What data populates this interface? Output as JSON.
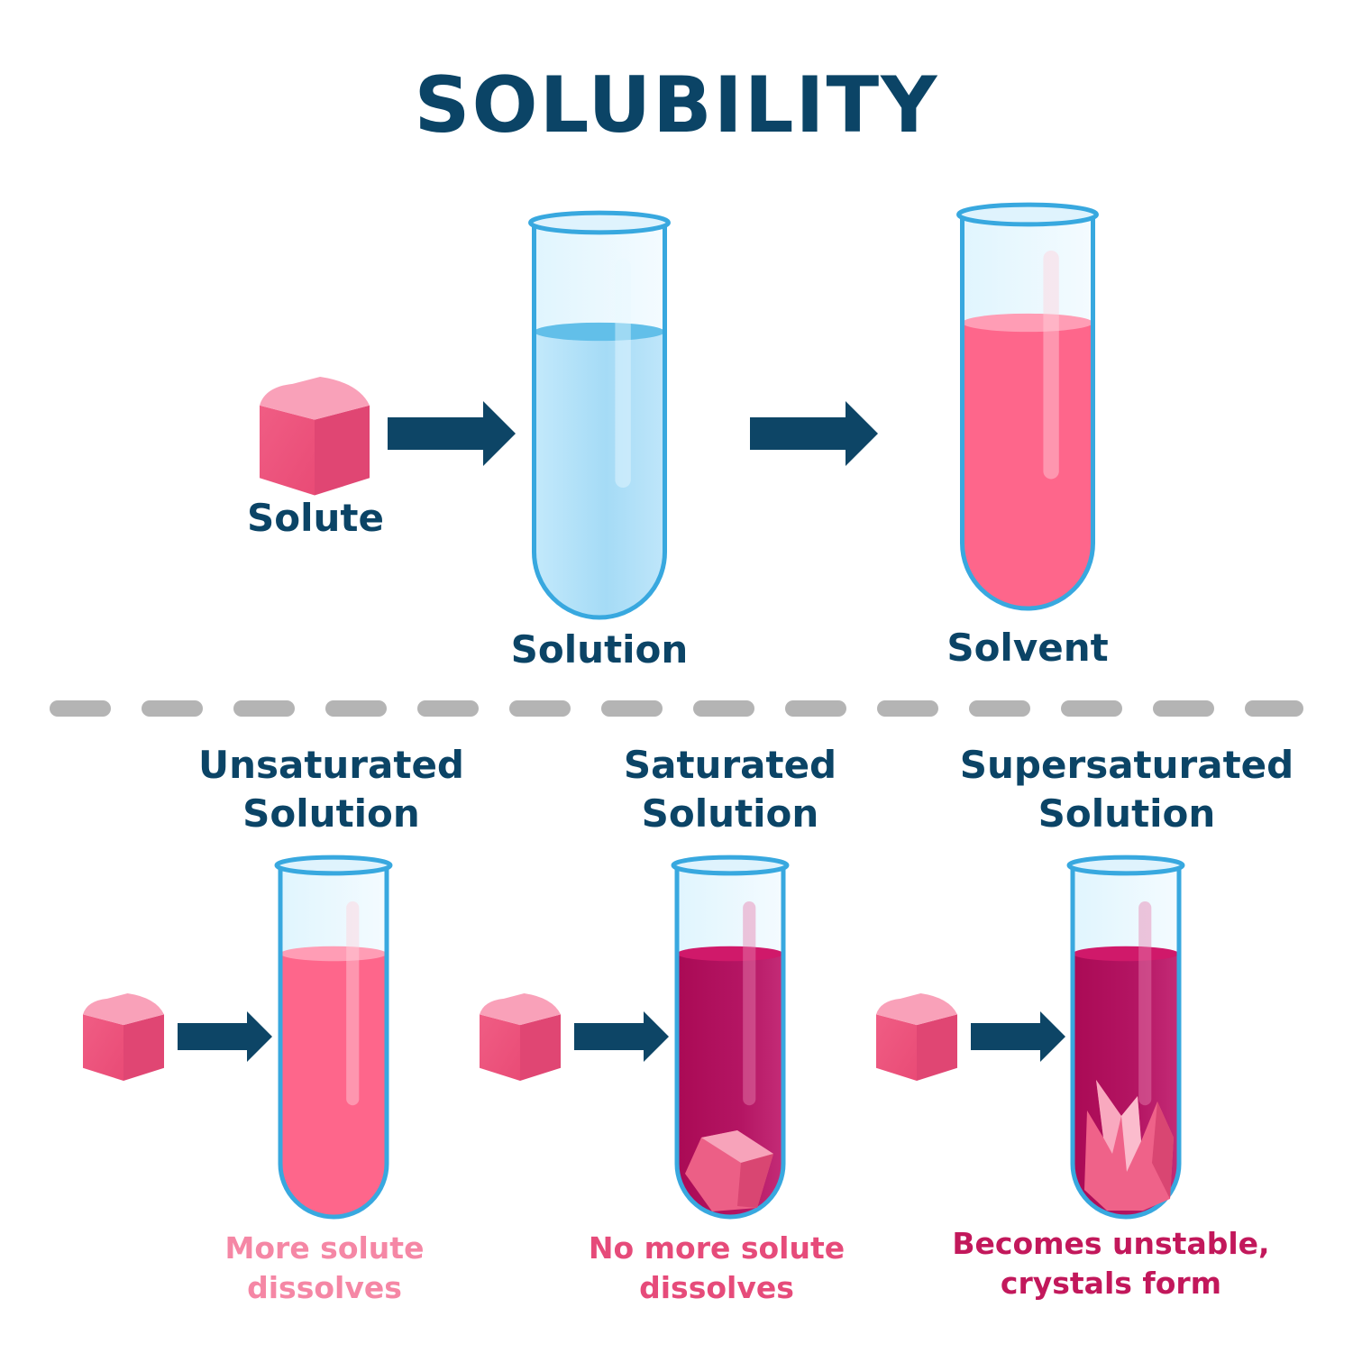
{
  "title": "SOLUBILITY",
  "top_row": {
    "solute_label": "Solute",
    "solution_label": "Solution",
    "solvent_label": "Solvent"
  },
  "bottom_row": [
    {
      "heading": [
        "Unsaturated",
        "Solution"
      ],
      "caption": [
        "More solute",
        "dissolves"
      ]
    },
    {
      "heading": [
        "Saturated",
        "Solution"
      ],
      "caption": [
        "No more solute",
        "dissolves"
      ]
    },
    {
      "heading": [
        "Supersaturated",
        "Solution"
      ],
      "caption": [
        "Becomes unstable,",
        "crystals form"
      ]
    }
  ],
  "colors": {
    "heading": "#0b4466",
    "arrow": "#0d4566",
    "tube_outline": "#38a8df",
    "blue_liquid": "#a9def7",
    "pink_liquid": "#fe668b",
    "magenta_liquid": "#b00f59",
    "cube": "#ef5f87",
    "divider": "#b4b4b4",
    "caption_unsaturated": "#f587a5",
    "caption_saturated": "#e64b7a",
    "caption_supersaturated": "#c2185b"
  }
}
